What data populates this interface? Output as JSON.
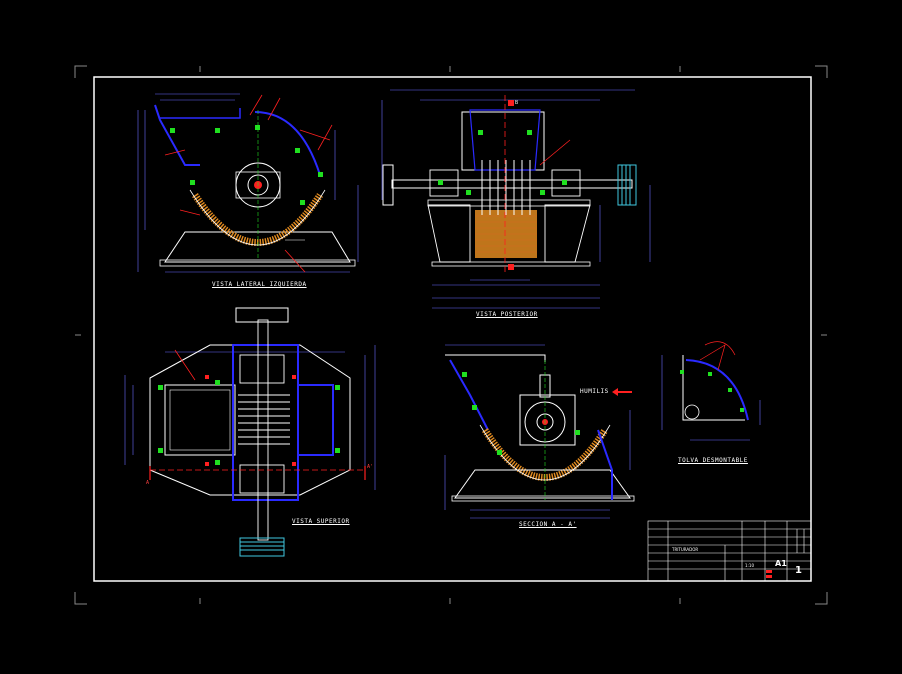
{
  "drawing": {
    "views": {
      "left_side_view": "VISTA LATERAL IZQUIERDA",
      "rear_view": "VISTA POSTERIOR",
      "top_view": "VISTA SUPERIOR",
      "section_view": "SECCION  A - A'",
      "hopper_view": "TOLVA DESMONTABLE"
    },
    "flow_label": "HUMILIS",
    "section_marks": {
      "a": "A",
      "a_prime": "A'",
      "b": "B"
    },
    "title_block": {
      "sheet_size": "A1",
      "sheet_number": "1",
      "drawing_name": "TRITURADOR",
      "scale": "1:10"
    }
  },
  "colors": {
    "background": "#000000",
    "frame": "#ffffff",
    "dims": "#6a6aff",
    "outline": "#ffffff",
    "blue_part": "#2a2aff",
    "red": "#ff2020",
    "green": "#20e020",
    "orange": "#e08a20",
    "yellow": "#e8c800",
    "cyan": "#40c8e0"
  }
}
